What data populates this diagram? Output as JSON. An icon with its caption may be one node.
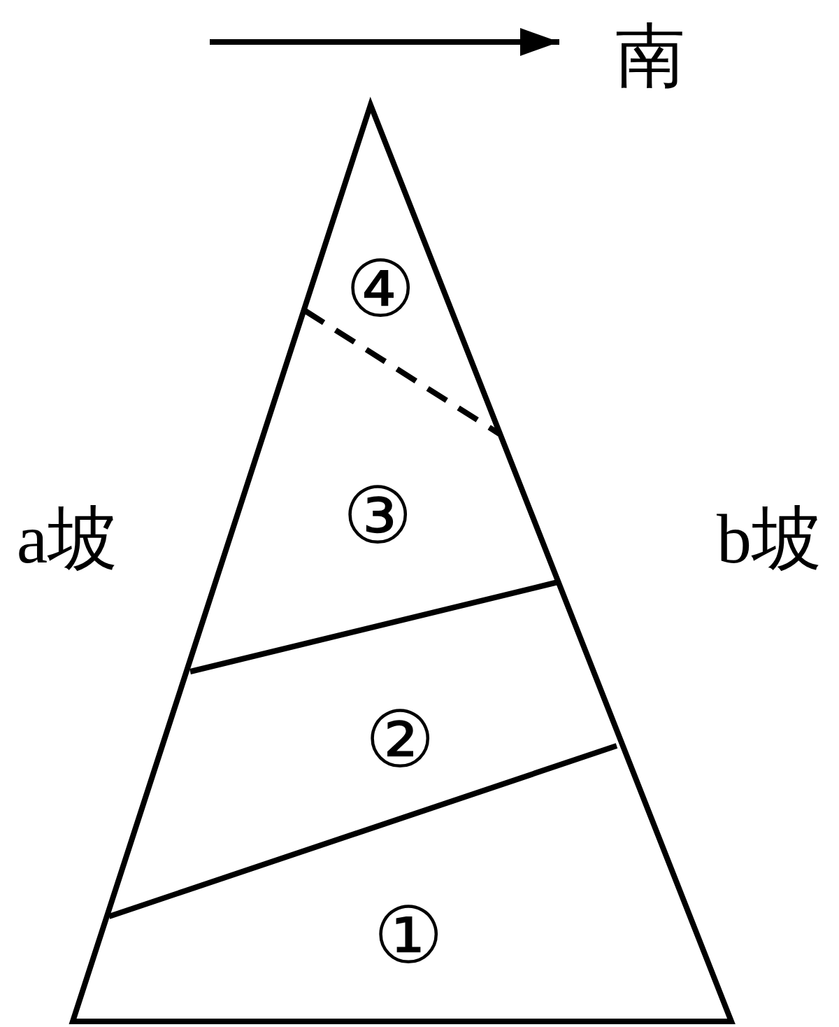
{
  "diagram": {
    "labels": [
      "南",
      "④",
      "a坡",
      "③",
      "b坡",
      "②",
      "①"
    ]
  }
}
